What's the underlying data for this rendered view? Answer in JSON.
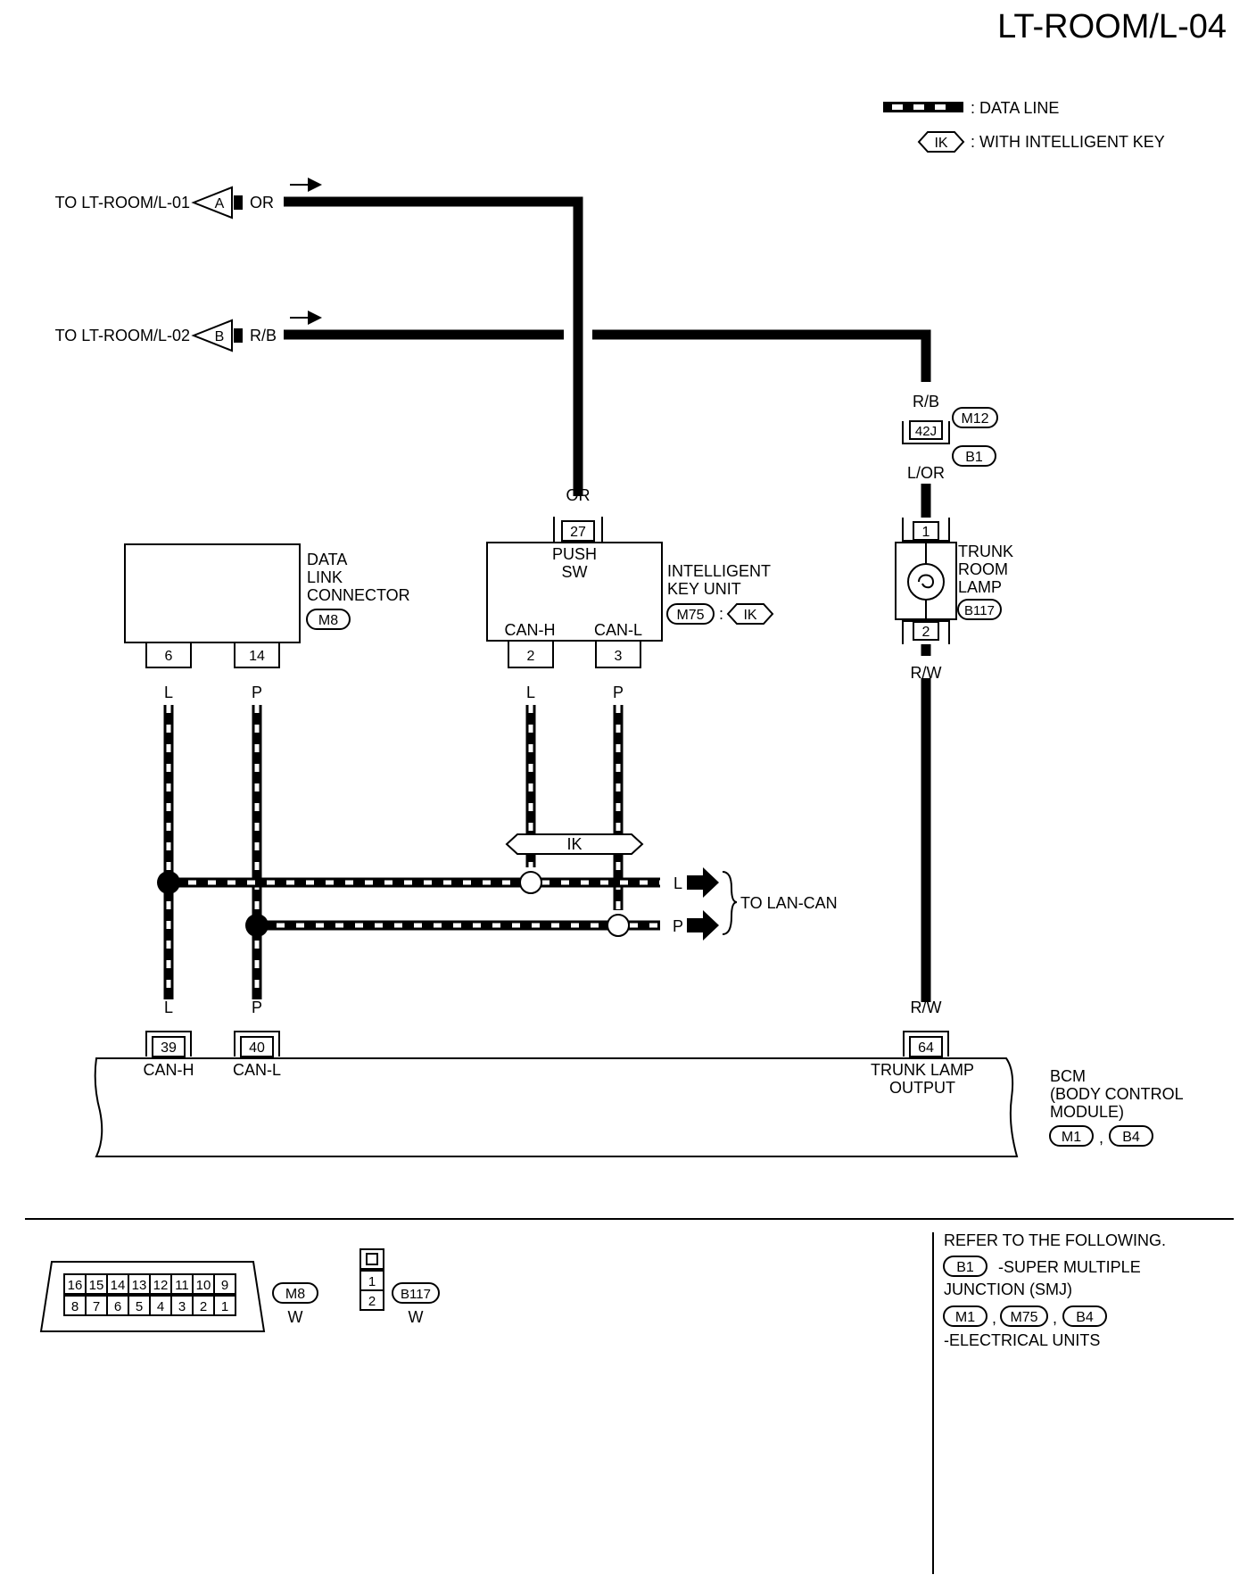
{
  "page_title": "LT-ROOM/L-04",
  "legend": {
    "data_line": ": DATA LINE",
    "ik_tag": "IK",
    "with_intelligent_key": ": WITH INTELLIGENT KEY"
  },
  "offpage": {
    "a_label": "TO LT-ROOM/L-01",
    "a_letter": "A",
    "a_color": "OR",
    "b_label": "TO LT-ROOM/L-02",
    "b_letter": "B",
    "b_color": "R/B"
  },
  "data_link_connector": {
    "name_line1": "DATA",
    "name_line2": "LINK",
    "name_line3": "CONNECTOR",
    "connector": "M8",
    "pin_a": "6",
    "pin_b": "14",
    "wire_a": "L",
    "wire_b": "P"
  },
  "intelligent_key_unit": {
    "name_line1": "INTELLIGENT",
    "name_line2": "KEY UNIT",
    "connector": "M75",
    "sep": ":",
    "tag": "IK",
    "push_pin": "27",
    "push_label1": "PUSH",
    "push_label2": "SW",
    "push_wire": "OR",
    "canh_label": "CAN-H",
    "canl_label": "CAN-L",
    "canh_pin": "2",
    "canl_pin": "3",
    "wire_h": "L",
    "wire_l": "P",
    "ik_split": "IK"
  },
  "junction": {
    "wire_top": "R/B",
    "pin": "42J",
    "conn_top": "M12",
    "conn_bottom": "B1",
    "wire_bottom": "L/OR"
  },
  "trunk_lamp": {
    "name_line1": "TRUNK",
    "name_line2": "ROOM",
    "name_line3": "LAMP",
    "connector": "B117",
    "pin_top": "1",
    "pin_bottom": "2",
    "wire_bottom": "R/W"
  },
  "lan_can": {
    "l": "L",
    "p": "P",
    "label": "TO LAN-CAN"
  },
  "bcm": {
    "name_line1": "BCM",
    "name_line2": "(BODY CONTROL",
    "name_line3": "MODULE)",
    "conn1": "M1",
    "sep": ",",
    "conn2": "B4",
    "pin_h": "39",
    "pin_l": "40",
    "pin_t": "64",
    "wire_h": "L",
    "wire_l": "P",
    "wire_t": "R/W",
    "label_h": "CAN-H",
    "label_l": "CAN-L",
    "label_t1": "TRUNK LAMP",
    "label_t2": "OUTPUT"
  },
  "connector_views": {
    "m8_top_pins": [
      "16",
      "15",
      "14",
      "13",
      "12",
      "11",
      "10",
      "9"
    ],
    "m8_bottom_pins": [
      "8",
      "7",
      "6",
      "5",
      "4",
      "3",
      "2",
      "1"
    ],
    "m8_name": "M8",
    "m8_color": "W",
    "b117_pins": [
      "1",
      "2"
    ],
    "b117_name": "B117",
    "b117_color": "W"
  },
  "refer": {
    "heading": "REFER TO THE FOLLOWING.",
    "b1": "B1",
    "smj1": "-SUPER MULTIPLE",
    "smj2": "JUNCTION (SMJ)",
    "m1": "M1",
    "m75": "M75",
    "b4": "B4",
    "sep": ",",
    "units": "-ELECTRICAL UNITS"
  }
}
